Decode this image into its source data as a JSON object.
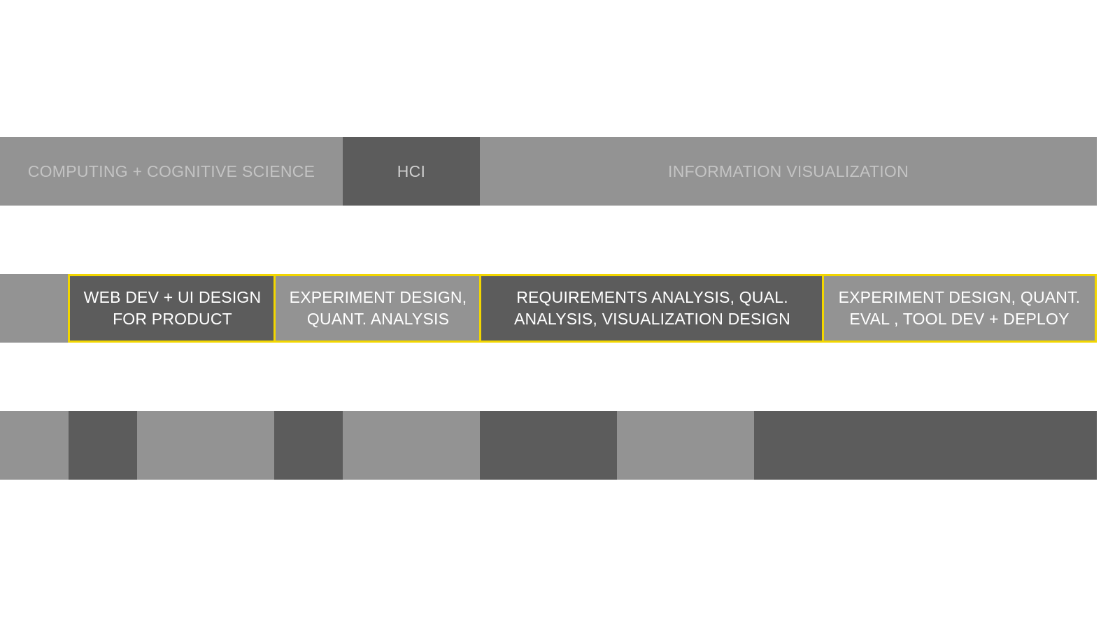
{
  "fields": [
    {
      "label": "COMPUTING + COGNITIVE SCIENCE"
    },
    {
      "label": "HCI"
    },
    {
      "label": "INFORMATION VISUALIZATION"
    }
  ],
  "roles": [
    {
      "label": "WEB DEV + UI DESIGN\nFOR PRODUCT"
    },
    {
      "label": "EXPERIMENT DESIGN,\nQUANT. ANALYSIS"
    },
    {
      "label": "REQUIREMENTS ANALYSIS, QUAL.\nANALYSIS, VISUALIZATION DESIGN"
    },
    {
      "label": "EXPERIMENT DESIGN,  QUANT.\nEVAL , TOOL DEV + DEPLOY"
    }
  ],
  "colors": {
    "light_block": "#939393",
    "dark_block": "#5c5c5c",
    "highlight_border": "#f2d600",
    "background": "#ffffff"
  }
}
